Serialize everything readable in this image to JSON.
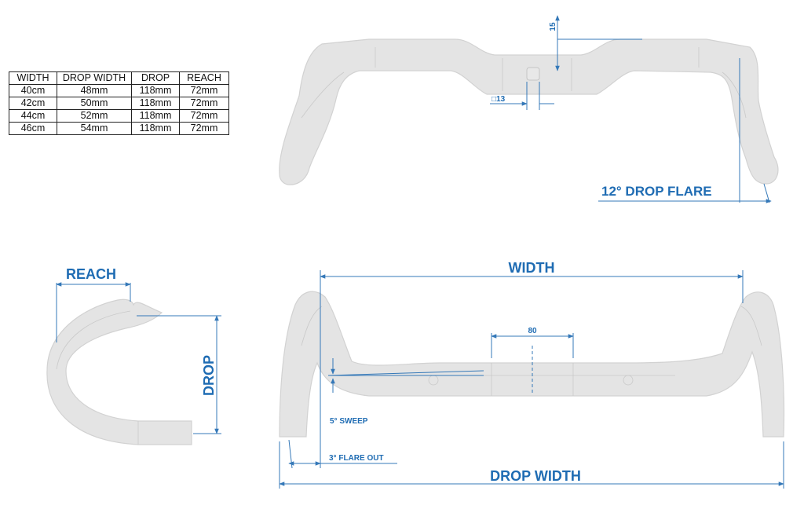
{
  "table": {
    "headers": [
      "WIDTH",
      "DROP WIDTH",
      "DROP",
      "REACH"
    ],
    "rows": [
      [
        "40cm",
        "48mm",
        "118mm",
        "72mm"
      ],
      [
        "42cm",
        "50mm",
        "118mm",
        "72mm"
      ],
      [
        "44cm",
        "52mm",
        "118mm",
        "72mm"
      ],
      [
        "46cm",
        "54mm",
        "118mm",
        "72mm"
      ]
    ]
  },
  "labels": {
    "rise": "15",
    "clamp": "□13",
    "drop_flare": "12° DROP FLARE",
    "reach": "REACH",
    "drop": "DROP",
    "width": "WIDTH",
    "center": "80",
    "sweep": "5° SWEEP",
    "flare_out": "3° FLARE OUT",
    "drop_width": "DROP WIDTH"
  },
  "colors": {
    "dimension": "#1f6cb3",
    "bar_fill": "#e4e4e4"
  }
}
